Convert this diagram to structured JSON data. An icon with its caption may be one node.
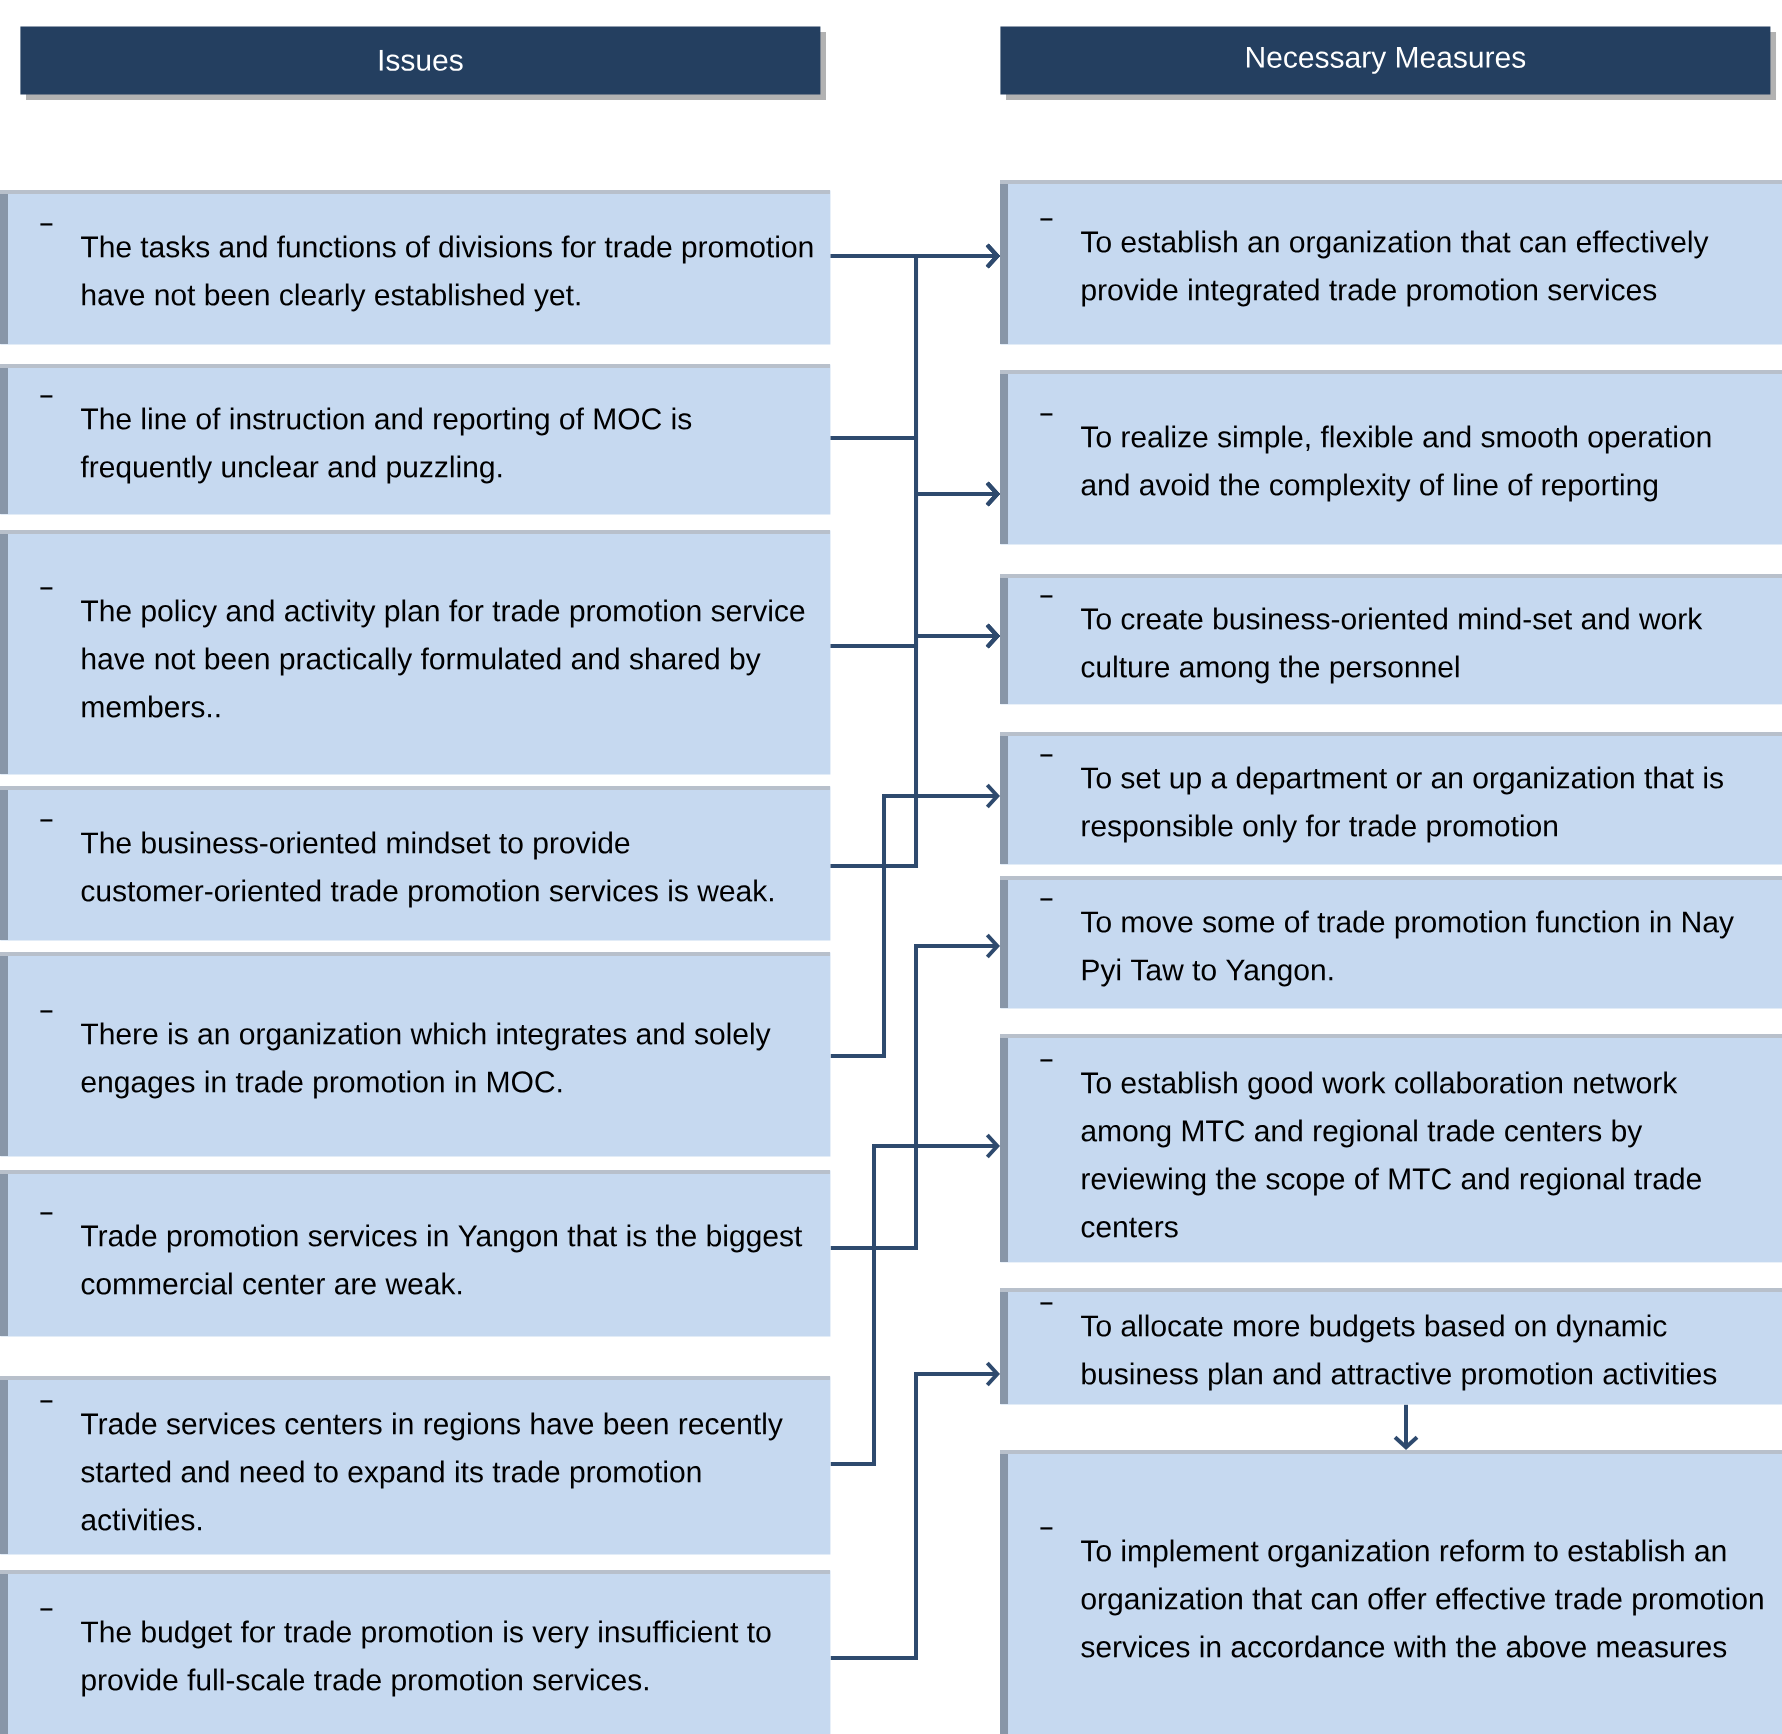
{
  "diagram": {
    "nodes": [
      {
        "text": [
          "Issues"
        ]
      },
      {
        "text": [
          "Necessary Measures"
        ]
      },
      {
        "text": [
          "The tasks and functions of divisions for trade promotion have not been clearly established yet."
        ]
      },
      {
        "text": [
          "The line of instruction and reporting of MOC is frequently unclear and puzzling."
        ]
      },
      {
        "text": [
          "The policy and activity plan for trade promotion service have not been practically formulated and shared by members.."
        ]
      },
      {
        "text": [
          "The business-oriented mindset to provide customer-oriented trade promotion services is weak."
        ]
      },
      {
        "text": [
          "There is an organization which integrates and solely engages in trade promotion in MOC."
        ]
      },
      {
        "text": [
          "Trade promotion services in Yangon that is the biggest commercial center are weak."
        ]
      },
      {
        "text": [
          "Trade services centers in regions have been recently started and need to expand its trade promotion activities."
        ]
      },
      {
        "text": [
          "The budget for trade promotion is very insufficient to provide full-scale trade promotion services."
        ]
      },
      {
        "text": [
          "To establish an organization that can effectively provide integrated trade promotion services"
        ]
      },
      {
        "text": [
          "To realize simple, flexible and smooth operation and avoid the complexity of line of reporting"
        ]
      },
      {
        "text": [
          "To create business-oriented mind-set and work culture among the personnel"
        ]
      },
      {
        "text": [
          "To set up a department or an organization that is responsible only for trade promotion"
        ]
      },
      {
        "text": [
          "To move some of trade promotion function in Nay Pyi Taw to Yangon."
        ]
      },
      {
        "text": [
          "To establish good work collaboration network among MTC and regional trade centers by reviewing the scope of MTC and regional trade centers"
        ]
      },
      {
        "text": [
          "To allocate more budgets based on dynamic business plan and attractive promotion activities"
        ]
      },
      {
        "text": [
          "To implement organization reform to establish an organization that can offer effective trade promotion services in accordance with the above measures"
        ]
      }
    ],
    "edges": [
      {
        "from": 2,
        "to": 10,
        "arrow": "to"
      },
      {
        "from": 2,
        "to": 11,
        "arrow": "to"
      },
      {
        "from": 2,
        "to": 12,
        "arrow": "to"
      },
      {
        "from": 3,
        "to": 10,
        "arrow": "to"
      },
      {
        "from": 3,
        "to": 11,
        "arrow": "to"
      },
      {
        "from": 3,
        "to": 12,
        "arrow": "to"
      },
      {
        "from": 4,
        "to": 10,
        "arrow": "to"
      },
      {
        "from": 4,
        "to": 11,
        "arrow": "to"
      },
      {
        "from": 4,
        "to": 12,
        "arrow": "to"
      },
      {
        "from": 5,
        "to": 10,
        "arrow": "to"
      },
      {
        "from": 5,
        "to": 11,
        "arrow": "to"
      },
      {
        "from": 5,
        "to": 12,
        "arrow": "to"
      },
      {
        "from": 6,
        "to": 13,
        "arrow": "to"
      },
      {
        "from": 7,
        "to": 14,
        "arrow": "to"
      },
      {
        "from": 8,
        "to": 15,
        "arrow": "to"
      },
      {
        "from": 9,
        "to": 16,
        "arrow": "to"
      },
      {
        "from": 16,
        "to": 17,
        "arrow": "to"
      }
    ]
  }
}
